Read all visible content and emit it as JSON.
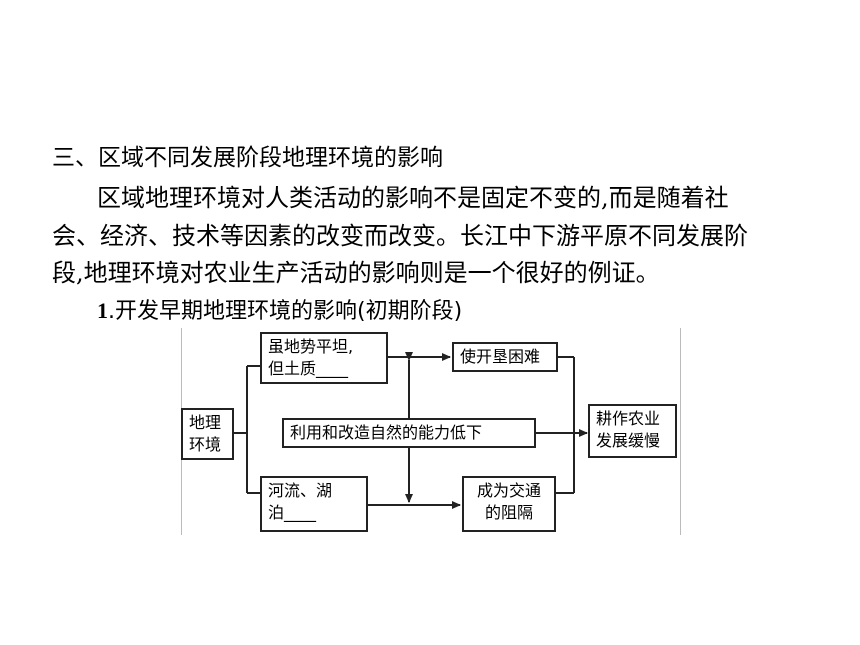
{
  "heading": "三、区域不同发展阶段地理环境的影响",
  "paragraph": {
    "line1": "区域地理环境对人类活动的影响不是固定不变的,而是随着社",
    "line2": "会、经济、技术等因素的改变而改变。长江中下游平原不同发展阶",
    "line3": "段,地理环境对农业生产活动的影响则是一个很好的例证。"
  },
  "subheading": {
    "number": "1",
    "text": ".开发早期地理环境的影响(初期阶段)"
  },
  "diagram": {
    "geo_env": "地理\n环境",
    "terrain": "虽地势平坦,\n但土质____",
    "rivers": "河流、湖\n泊____",
    "capacity": "利用和改造自然的能力低下",
    "reclaim": "使开垦困难",
    "barrier": "成为交通\n的阻隔",
    "farming": "耕作农业\n发展缓慢"
  }
}
